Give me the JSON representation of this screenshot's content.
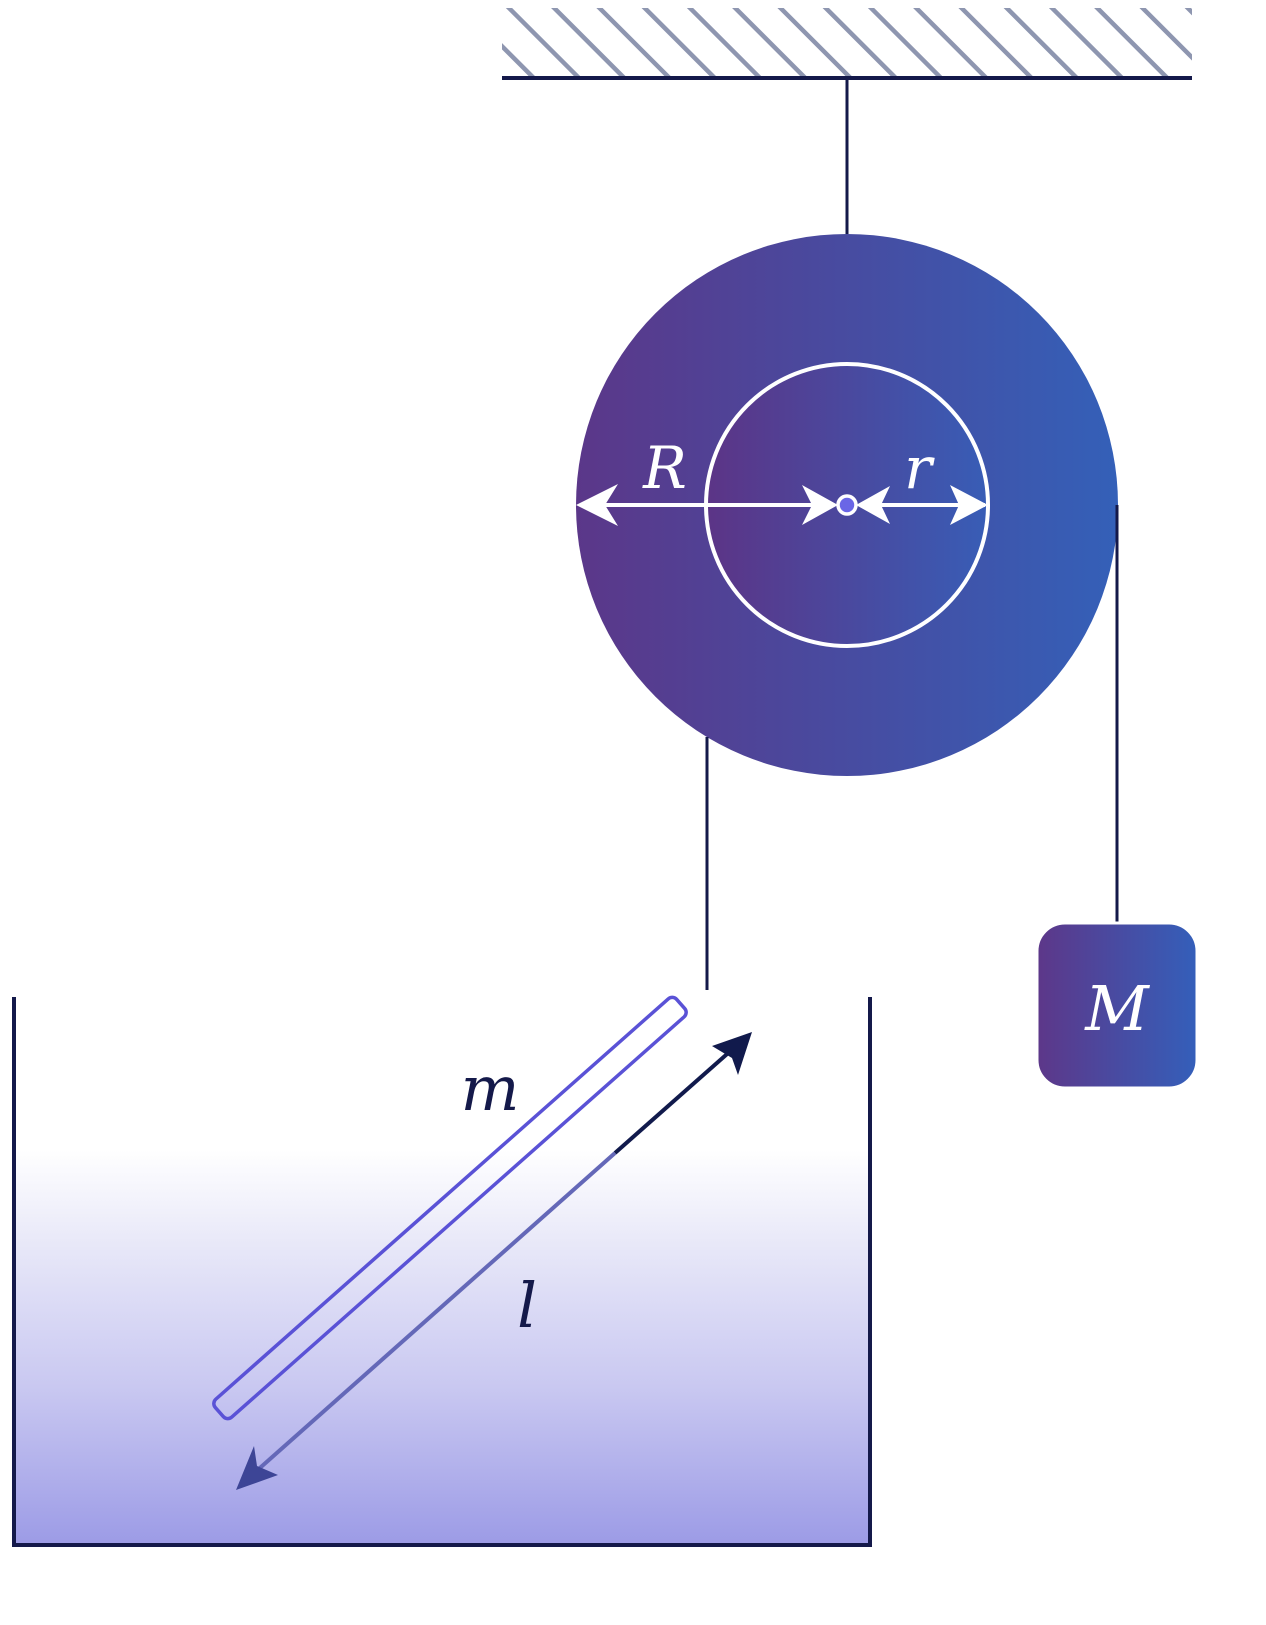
{
  "labels": {
    "outer_radius": "R",
    "inner_radius": "r",
    "rod_mass": "m",
    "rod_length": "l",
    "hanging_mass": "M"
  },
  "colors": {
    "ink": "#14194a",
    "pulley_left": "#5b3789",
    "pulley_right": "#3460b8",
    "rod_outline": "#5a52d6",
    "water_top": "#ffffff",
    "water_bottom": "#9c9be6",
    "label_light": "#ffffff",
    "arrow_dark": "#111a4c"
  },
  "icons": {
    "ceiling": "hatched-ceiling-icon",
    "pivot": "pulley-axle-icon"
  }
}
